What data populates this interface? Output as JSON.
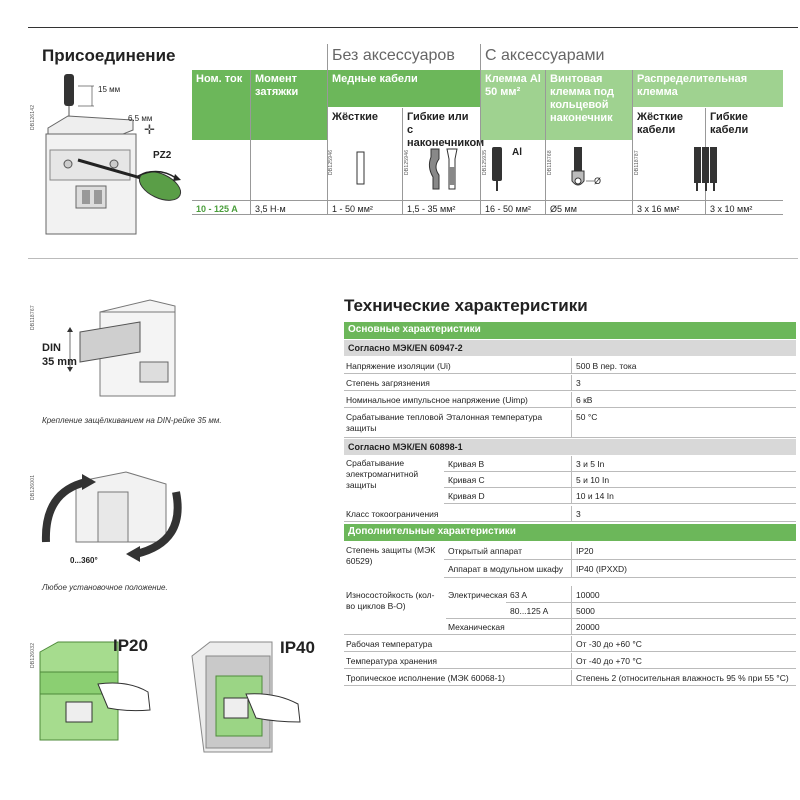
{
  "refs": {
    "r1": "DB126142",
    "r2": "DB118767",
    "r3": "DB126001",
    "r4": "DB126032",
    "c1": "DB125946",
    "c2": "DB125946",
    "c3": "DB125935",
    "c4": "DB118768",
    "c5": "DB118787"
  },
  "connection": {
    "title": "Присоединение",
    "no_acc": "Без аксессуаров",
    "with_acc": "С аксессуарами",
    "col_nom": "Ном. ток",
    "col_torque": "Момент затяжки",
    "col_copper": "Медные кабели",
    "col_clamp_al": "Клемма Al 50 мм²",
    "col_screw": "Винтовая клемма под кольцевой наконечник",
    "col_distrib": "Распределительная клемма",
    "sub_rigid": "Жёсткие",
    "sub_flex": "Гибкие или с наконечником",
    "sub_rigid2": "Жёсткие кабели",
    "sub_flex2": "Гибкие кабели",
    "al_label": "Al",
    "phi_label": "Ø",
    "dim_15": "15 мм",
    "dim_65": "6.5 мм",
    "pz2": "PZ2",
    "values": {
      "nom": "10 - 125 A",
      "torque": "3,5 Н·м",
      "rigid": "1 - 50 мм²",
      "flex": "1,5 - 35 мм²",
      "al": "16 - 50 мм²",
      "screw": "Ø5 мм",
      "d_rigid": "3 x 16 мм²",
      "d_flex": "3 x 10 мм²"
    }
  },
  "left": {
    "din_label": "DIN",
    "din_size": "35 mm",
    "cap_din": "Крепление защёлкиванием на DIN-рейке 35 мм.",
    "rot_label": "0...360°",
    "cap_any": "Любое установочное положение.",
    "ip20": "IP20",
    "ip40": "IP40"
  },
  "tech": {
    "title": "Технические характеристики",
    "sec_main": "Основные характеристики",
    "sub1": "Согласно МЭК/EN 60947-2",
    "rows1": [
      {
        "label": "Напряжение изоляции (Ui)",
        "value": "500 В пер. тока"
      },
      {
        "label": "Степень загрязнения",
        "value": "3"
      },
      {
        "label": "Номинальное импульсное напряжение (Uimp)",
        "value": "6 кВ"
      }
    ],
    "thermal_l1": "Срабатывание тепловой защиты",
    "thermal_l2": "Эталонная температура",
    "thermal_v": "50 °C",
    "sub2": "Согласно МЭК/EN 60898-1",
    "em_label": "Срабатывание электромагнитной защиты",
    "curves": [
      {
        "label": "Кривая B",
        "value": "3 и 5 In"
      },
      {
        "label": "Кривая C",
        "value": "5 и 10 In"
      },
      {
        "label": "Кривая D",
        "value": "10 и 14 In"
      }
    ],
    "limit_label": "Класс токоограничения",
    "limit_value": "3",
    "sec_add": "Дополнительные характеристики",
    "prot_label": "Степень защиты (МЭК 60529)",
    "prot_rows": [
      {
        "label": "Открытый аппарат",
        "value": "IP20"
      },
      {
        "label": "Аппарат в модульном шкафу",
        "value": "IP40 (IPXXD)"
      }
    ],
    "wear_label": "Износостойкость (кол-во циклов В-О)",
    "electrical": "Электрическая",
    "e63": "63 A",
    "e63v": "10000",
    "e80": "80...125 A",
    "e80v": "5000",
    "mechanical": "Механическая",
    "mech_v": "20000",
    "rows3": [
      {
        "label": "Рабочая температура",
        "value": "От -30 до +60 °C"
      },
      {
        "label": "Температура хранения",
        "value": "От -40 до +70 °C"
      },
      {
        "label": "Тропическое исполнение (МЭК 60068-1)",
        "value": "Степень 2 (относительная влажность 95 % при 55 °C)"
      }
    ]
  }
}
